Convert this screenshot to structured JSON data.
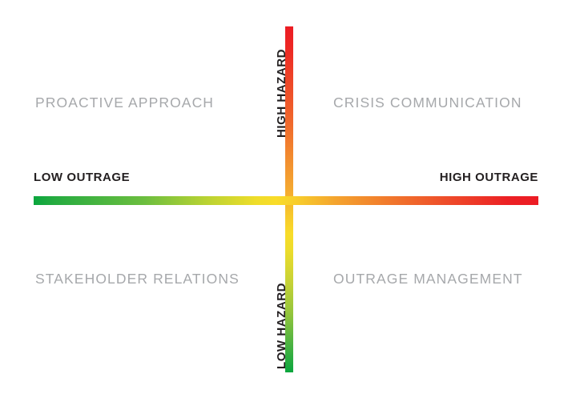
{
  "chart_data": {
    "type": "scatter",
    "title": "",
    "subtitle": "",
    "xlabel": "OUTRAGE",
    "ylabel": "HAZARD",
    "grid": false,
    "legend": "none",
    "axis_endpoints": {
      "x_low": "LOW OUTRAGE",
      "x_high": "HIGH OUTRAGE",
      "y_low": "LOW HAZARD",
      "y_high": "HIGH HAZARD"
    },
    "quadrants": [
      {
        "position": "top-left",
        "label": "PROACTIVE APPROACH",
        "hazard": "high",
        "outrage": "low"
      },
      {
        "position": "top-right",
        "label": "CRISIS COMMUNICATION",
        "hazard": "high",
        "outrage": "high"
      },
      {
        "position": "bottom-left",
        "label": "STAKEHOLDER RELATIONS",
        "hazard": "low",
        "outrage": "low"
      },
      {
        "position": "bottom-right",
        "label": "OUTRAGE MANAGEMENT",
        "hazard": "low",
        "outrage": "high"
      }
    ],
    "colors": {
      "low": "#0aa63e",
      "mid": "#f8dc29",
      "center": "#f5b02f",
      "high": "#ec1c24",
      "quadrant_text": "#a6a8ab",
      "axis_text": "#231f20",
      "background": "#ffffff"
    }
  },
  "axes": {
    "horizontal": {
      "low_label": "LOW OUTRAGE",
      "high_label": "HIGH OUTRAGE"
    },
    "vertical": {
      "high_label": "HIGH HAZARD",
      "low_label": "LOW HAZARD"
    }
  },
  "quadrants": {
    "top_left": "PROACTIVE APPROACH",
    "top_right": "CRISIS COMMUNICATION",
    "bottom_left": "STAKEHOLDER RELATIONS",
    "bottom_right": "OUTRAGE MANAGEMENT"
  }
}
